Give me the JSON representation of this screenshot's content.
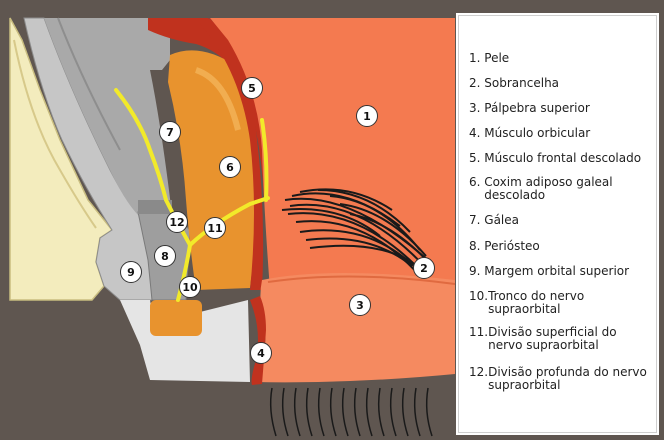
{
  "legend": [
    {
      "num": "1.",
      "text": "Pele"
    },
    {
      "num": "2.",
      "text": "Sobrancelha"
    },
    {
      "num": "3.",
      "text": "Pálpebra superior"
    },
    {
      "num": "4.",
      "text": "Músculo orbicular"
    },
    {
      "num": "5.",
      "text": "Músculo frontal descolado"
    },
    {
      "num": "6.",
      "text": "Coxim adiposo galeal descolado"
    },
    {
      "num": "7.",
      "text": "Gálea"
    },
    {
      "num": "8.",
      "text": "Periósteo"
    },
    {
      "num": "9.",
      "text": "Margem orbital superior"
    },
    {
      "num": "10.",
      "text": "Tronco do nervo supraorbital"
    },
    {
      "num": "11.",
      "text": "Divisão superficial do nervo supraorbital"
    },
    {
      "num": "12.",
      "text": "Divisão profunda do nervo supraorbital"
    }
  ],
  "markers": [
    "1",
    "2",
    "3",
    "4",
    "5",
    "6",
    "7",
    "8",
    "9",
    "10",
    "11",
    "12"
  ],
  "colors": {
    "background": "#5f5650",
    "skin": "#f47a50",
    "eyelid": "#f58a60",
    "muscle": "#c0321e",
    "fat": "#e8932e",
    "galea": "#a9a9a9",
    "periosteum": "#c6c6c6",
    "bone": "#f3ecbd",
    "nerve": "#f2ea2a",
    "lashes": "#1a1a1a"
  }
}
